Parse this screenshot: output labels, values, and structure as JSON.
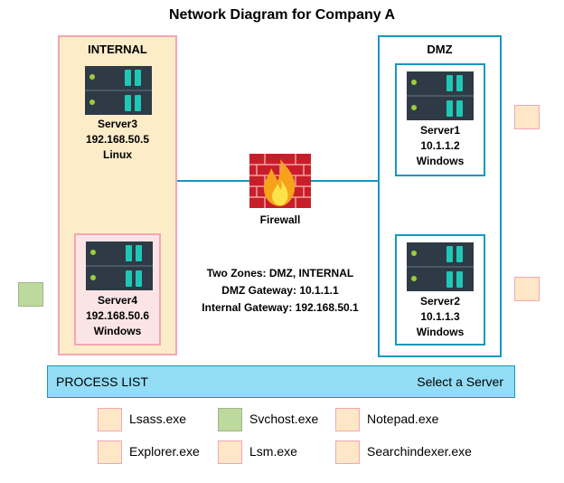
{
  "title": "Network Diagram for Company A",
  "zones": {
    "internal": {
      "label": "INTERNAL"
    },
    "dmz": {
      "label": "DMZ"
    }
  },
  "servers": {
    "server3": {
      "name": "Server3",
      "ip": "192.168.50.5",
      "os": "Linux"
    },
    "server4": {
      "name": "Server4",
      "ip": "192.168.50.6",
      "os": "Windows"
    },
    "server1": {
      "name": "Server1",
      "ip": "10.1.1.2",
      "os": "Windows"
    },
    "server2": {
      "name": "Server2",
      "ip": "10.1.1.3",
      "os": "Windows"
    }
  },
  "firewall": {
    "label": "Firewall"
  },
  "info": {
    "line1": "Two Zones: DMZ, INTERNAL",
    "line2": "DMZ Gateway: 10.1.1.1",
    "line3": "Internal Gateway: 192.168.50.1"
  },
  "process_list": {
    "title": "PROCESS LIST",
    "hint": "Select a Server",
    "items": [
      {
        "label": "Lsass.exe",
        "color": "#fde7c6"
      },
      {
        "label": "Svchost.exe",
        "color": "#bed99e"
      },
      {
        "label": "Notepad.exe",
        "color": "#fde7c6"
      },
      {
        "label": "Explorer.exe",
        "color": "#fde7c6"
      },
      {
        "label": "Lsm.exe",
        "color": "#fde7c6"
      },
      {
        "label": "Searchindexer.exe",
        "color": "#fde7c6"
      }
    ]
  },
  "colors": {
    "zone_border_dmz": "#1597c2",
    "zone_fill_internal": "#fdecc8",
    "process_bar": "#93dcf5",
    "server_body": "#2e3a45",
    "server_accent": "#1fc8b6"
  }
}
